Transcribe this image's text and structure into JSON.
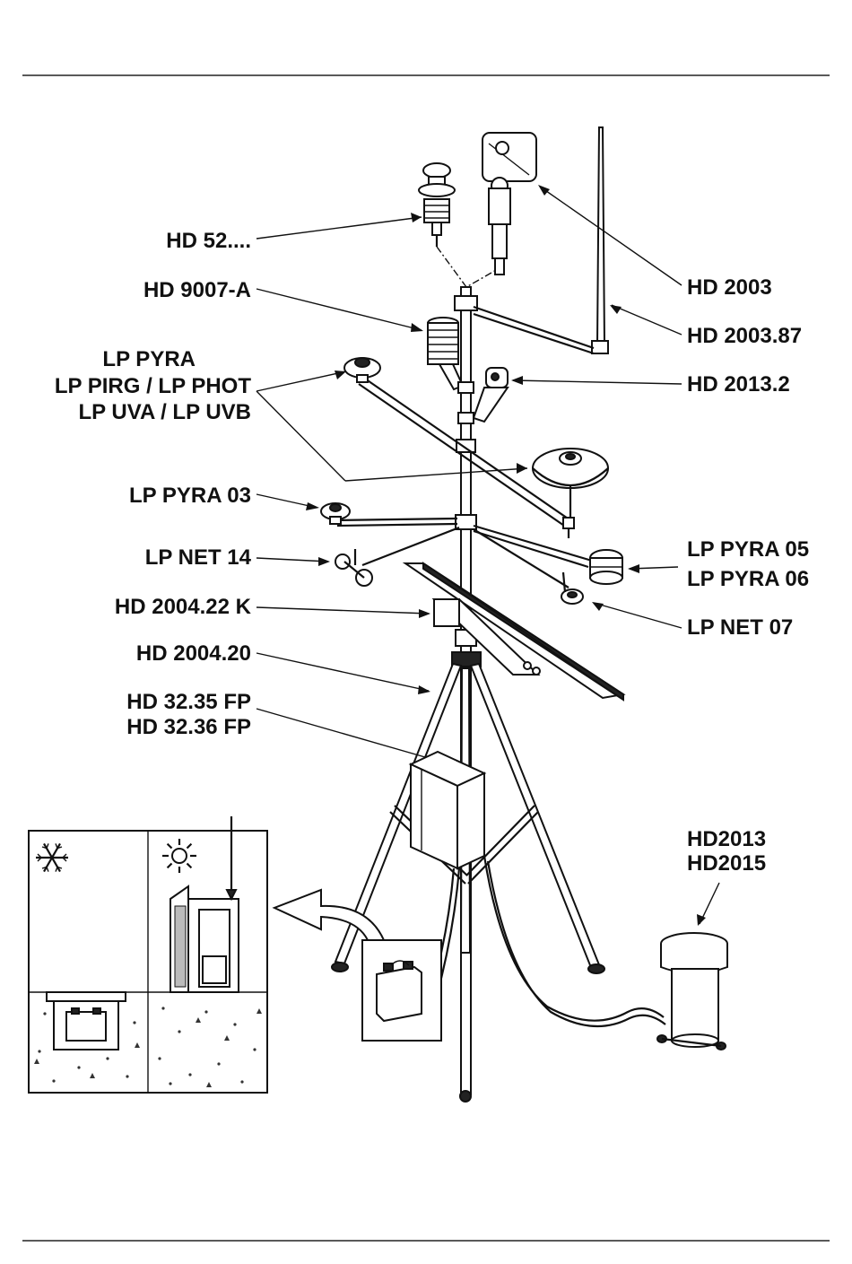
{
  "labels": {
    "hd52": "HD 52....",
    "hd9007a": "HD 9007-A",
    "lppyra": "LP PYRA",
    "lppirg_phot": "LP PIRG / LP PHOT",
    "lpuva_uvb": "LP UVA / LP UVB",
    "lppyra03": "LP PYRA 03",
    "lpnet14": "LP NET 14",
    "hd200422k": "HD 2004.22 K",
    "hd200420": "HD 2004.20",
    "hd3235fp": "HD 32.35 FP",
    "hd3236fp": "HD 32.36 FP",
    "hd2003": "HD 2003",
    "hd200387": "HD 2003.87",
    "hd20132": "HD 2013.2",
    "lppyra05": "LP PYRA 05",
    "lppyra06": "LP PYRA 06",
    "lpnet07": "LP NET 07",
    "hd2013": "HD2013",
    "hd2015": "HD2015"
  },
  "icons": {
    "winter": "snowflake-icon",
    "summer": "sun-icon"
  },
  "colors": {
    "ink": "#111111",
    "paper": "#ffffff"
  }
}
